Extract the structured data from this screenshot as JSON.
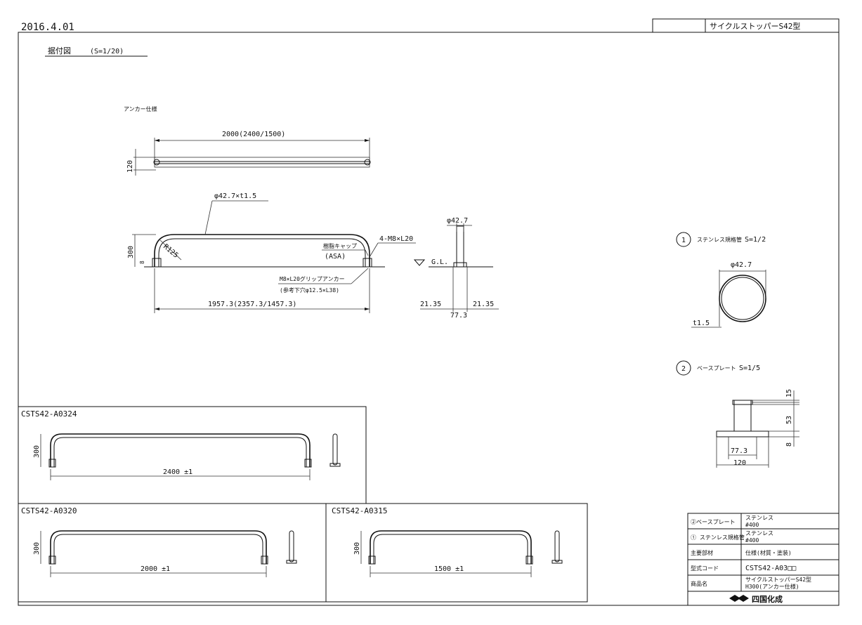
{
  "header": {
    "date": "2016.4.01",
    "title": "サイクルストッパーS42型"
  },
  "main_view": {
    "title": "据付図",
    "scale": "(S=1/20)",
    "variant": "アンカー仕様",
    "top_length": "2000(2400/1500)",
    "top_width": "120",
    "pipe_dim": "φ42.7×t1.5",
    "height": "300",
    "base_h": "8",
    "radius": "R125",
    "bolt": "4-M8×L20",
    "cap_label": "樹脂キャップ",
    "cap_material": "(ASA)",
    "anchor_label": "M8×L20グリップアンカー",
    "anchor_hole": "(参考下穴φ12.5×L38)",
    "span": "1957.3(2357.3/1457.3)",
    "side_pipe": "φ42.7",
    "gl": "G.L.",
    "side_left": "21.35",
    "side_right": "21.35",
    "side_width": "77.3"
  },
  "detail1": {
    "num": "1",
    "title": "ステンレス規格管",
    "scale": "S=1/2",
    "dia": "φ42.7",
    "thick": "t1.5"
  },
  "detail2": {
    "num": "2",
    "title": "ベースプレート",
    "scale": "S=1/5",
    "h1": "15",
    "h2": "53",
    "h3": "8",
    "w_inner": "77.3",
    "w_outer": "120"
  },
  "variants": [
    {
      "code": "CSTS42-A0324",
      "height": "300",
      "length": "2400 ±1"
    },
    {
      "code": "CSTS42-A0320",
      "height": "300",
      "length": "2000 ±1"
    },
    {
      "code": "CSTS42-A0315",
      "height": "300",
      "length": "1500 ±1"
    }
  ],
  "title_block": {
    "rows": [
      {
        "label": "②ベースプレート",
        "value1": "ステンレス",
        "value2": "#400"
      },
      {
        "label": "① ステンレス規格管",
        "value1": "ステンレス",
        "value2": "#400"
      },
      {
        "label": "主要部材",
        "value1": "仕様(材質・塗装)",
        "value2": ""
      },
      {
        "label": "型式コード",
        "value1": "CSTS42-A03□□",
        "value2": ""
      },
      {
        "label": "商品名",
        "value1": "サイクルストッパーS42型",
        "value2": "H300(アンカー仕様)"
      }
    ],
    "company": "四国化成"
  }
}
